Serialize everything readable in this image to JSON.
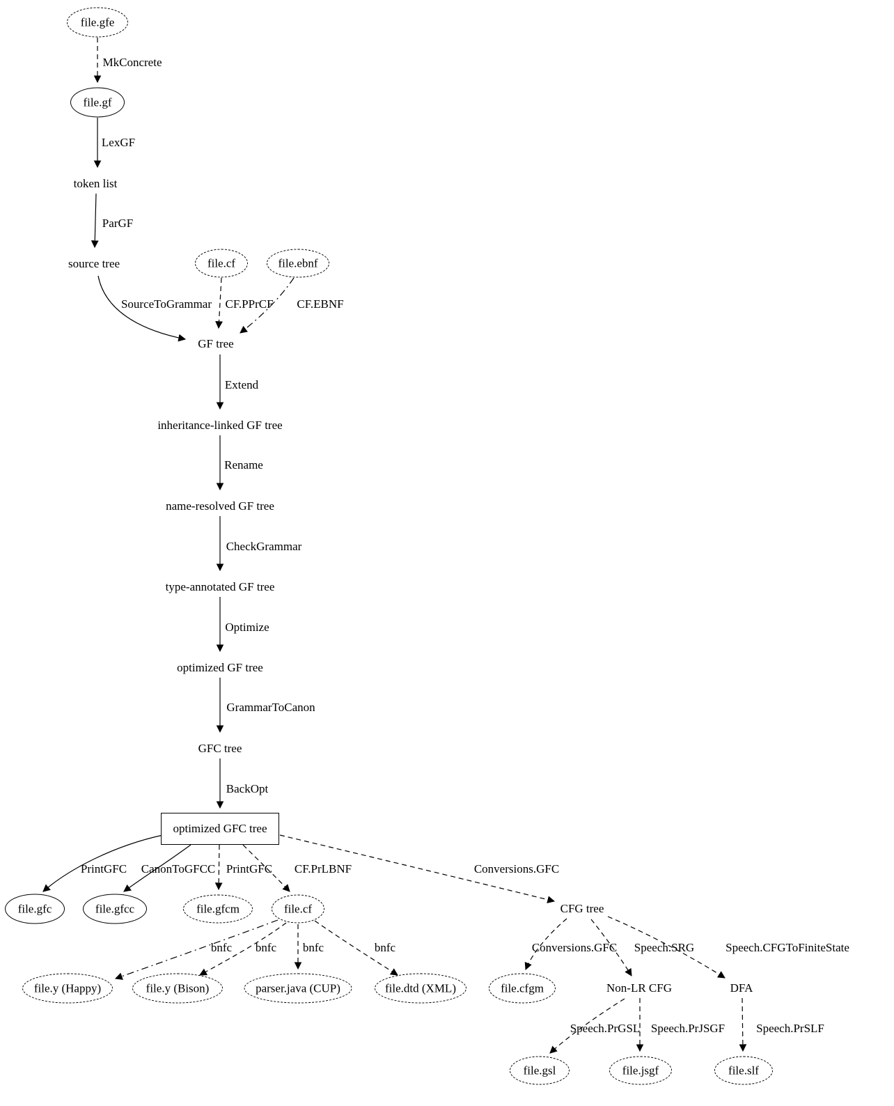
{
  "nodes": {
    "file_gfe": "file.gfe",
    "file_gf": "file.gf",
    "token_list": "token list",
    "source_tree": "source tree",
    "file_cf_top": "file.cf",
    "file_ebnf": "file.ebnf",
    "gf_tree": "GF tree",
    "inheritance_linked_gf_tree": "inheritance-linked GF tree",
    "name_resolved_gf_tree": "name-resolved GF tree",
    "type_annotated_gf_tree": "type-annotated GF tree",
    "optimized_gf_tree": "optimized GF tree",
    "gfc_tree": "GFC tree",
    "optimized_gfc_tree": "optimized GFC tree",
    "file_gfc": "file.gfc",
    "file_gfcc": "file.gfcc",
    "file_gfcm": "file.gfcm",
    "file_cf_bottom": "file.cf",
    "cfg_tree": "CFG tree",
    "file_y_happy": "file.y (Happy)",
    "file_y_bison": "file.y (Bison)",
    "parser_java_cup": "parser.java (CUP)",
    "file_dtd_xml": "file.dtd (XML)",
    "file_cfgm": "file.cfgm",
    "non_lr_cfg": "Non-LR CFG",
    "dfa": "DFA",
    "file_gsl": "file.gsl",
    "file_jsgf": "file.jsgf",
    "file_slf": "file.slf"
  },
  "edge_labels": {
    "mkconcrete": "MkConcrete",
    "lexgf": "LexGF",
    "pargf": "ParGF",
    "sourcetogrammar": "SourceToGrammar",
    "cf_pprcf": "CF.PPrCF",
    "cf_ebnf": "CF.EBNF",
    "extend": "Extend",
    "rename": "Rename",
    "checkgrammar": "CheckGrammar",
    "optimize": "Optimize",
    "grammartocanon": "GrammarToCanon",
    "backopt": "BackOpt",
    "printgfc_left": "PrintGFC",
    "canontogfcc": "CanonToGFCC",
    "printgfc_mid": "PrintGFC",
    "cf_prlbnf": "CF.PrLBNF",
    "conversions_gfc_1": "Conversions.GFC",
    "bnfc_1": "bnfc",
    "bnfc_2": "bnfc",
    "bnfc_3": "bnfc",
    "bnfc_4": "bnfc",
    "conversions_gfc_2": "Conversions.GFC",
    "speech_srg": "Speech.SRG",
    "speech_cfgtofinitestate": "Speech.CFGToFiniteState",
    "speech_prgsl": "Speech.PrGSL",
    "speech_prjsgf": "Speech.PrJSGF",
    "speech_prslf": "Speech.PrSLF"
  }
}
